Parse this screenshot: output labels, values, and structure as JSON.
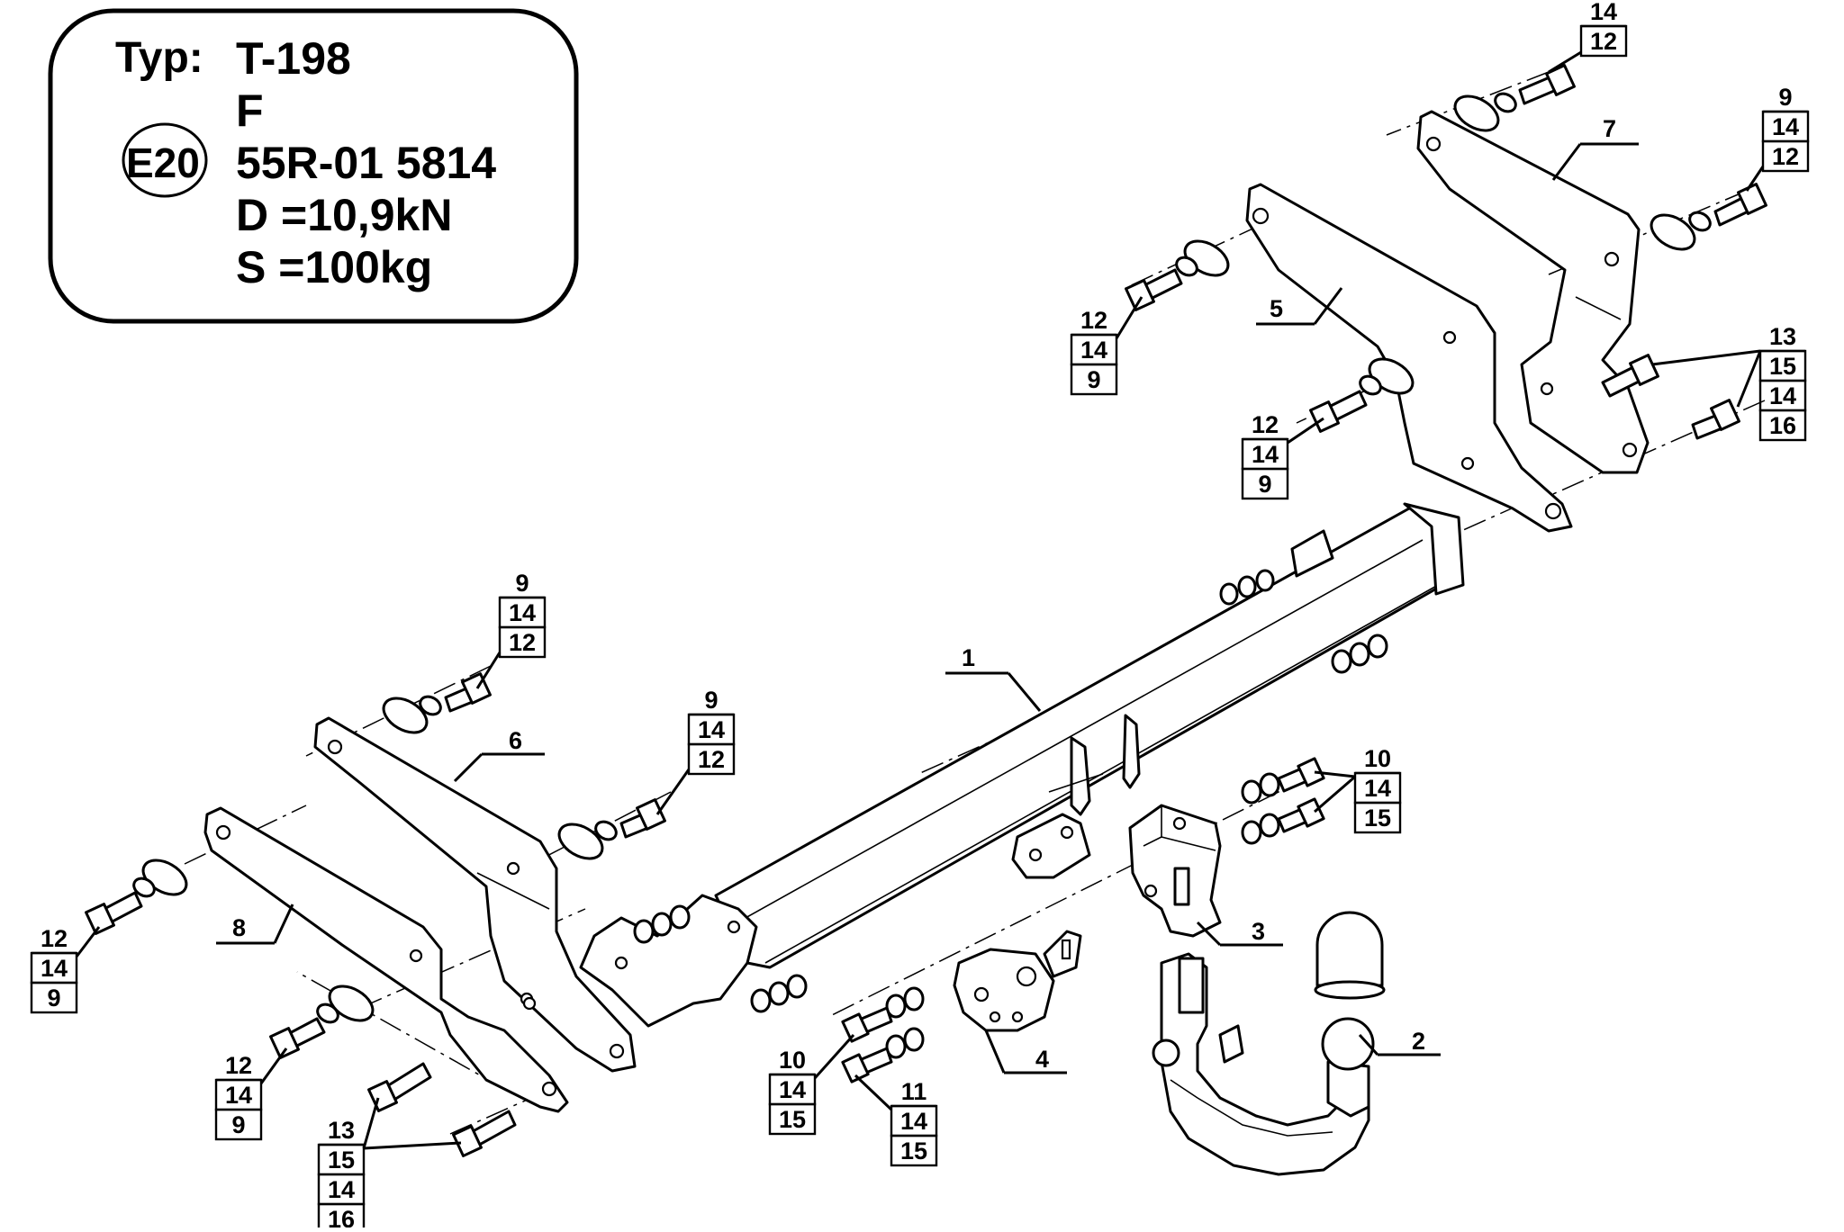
{
  "spec_plate": {
    "typ_label": "Typ:",
    "typ_value": "T-198",
    "class": "F",
    "approval_mark": "E20",
    "approval_number": "55R-01 5814",
    "d_value": "D =10,9kN",
    "s_value": "S =100kg"
  },
  "parts": {
    "p1": "1",
    "p2": "2",
    "p3": "3",
    "p4": "4",
    "p5": "5",
    "p6": "6",
    "p7": "7",
    "p8": "8"
  },
  "callouts": [
    {
      "id": "c-top-right-top",
      "labels": [
        "14",
        "12"
      ]
    },
    {
      "id": "c-right-upper",
      "labels": [
        "9",
        "14",
        "12"
      ]
    },
    {
      "id": "c-right-13",
      "labels": [
        "13",
        "15",
        "14",
        "16"
      ]
    },
    {
      "id": "c-mid-upper-left",
      "labels": [
        "12",
        "14",
        "9"
      ]
    },
    {
      "id": "c-mid-lower-left",
      "labels": [
        "12",
        "14",
        "9"
      ]
    },
    {
      "id": "c-left-top",
      "labels": [
        "9",
        "14",
        "12"
      ]
    },
    {
      "id": "c-left-mid",
      "labels": [
        "9",
        "14",
        "12"
      ]
    },
    {
      "id": "c-ball-plate",
      "labels": [
        "10",
        "14",
        "15"
      ]
    },
    {
      "id": "c-far-left-upper",
      "labels": [
        "12",
        "14",
        "9"
      ]
    },
    {
      "id": "c-far-left-lower",
      "labels": [
        "12",
        "14",
        "9"
      ]
    },
    {
      "id": "c-left-13",
      "labels": [
        "13",
        "15",
        "14",
        "16"
      ]
    },
    {
      "id": "c-socket-10",
      "labels": [
        "10",
        "14",
        "15"
      ]
    },
    {
      "id": "c-socket-11",
      "labels": [
        "11",
        "14",
        "15"
      ]
    }
  ]
}
